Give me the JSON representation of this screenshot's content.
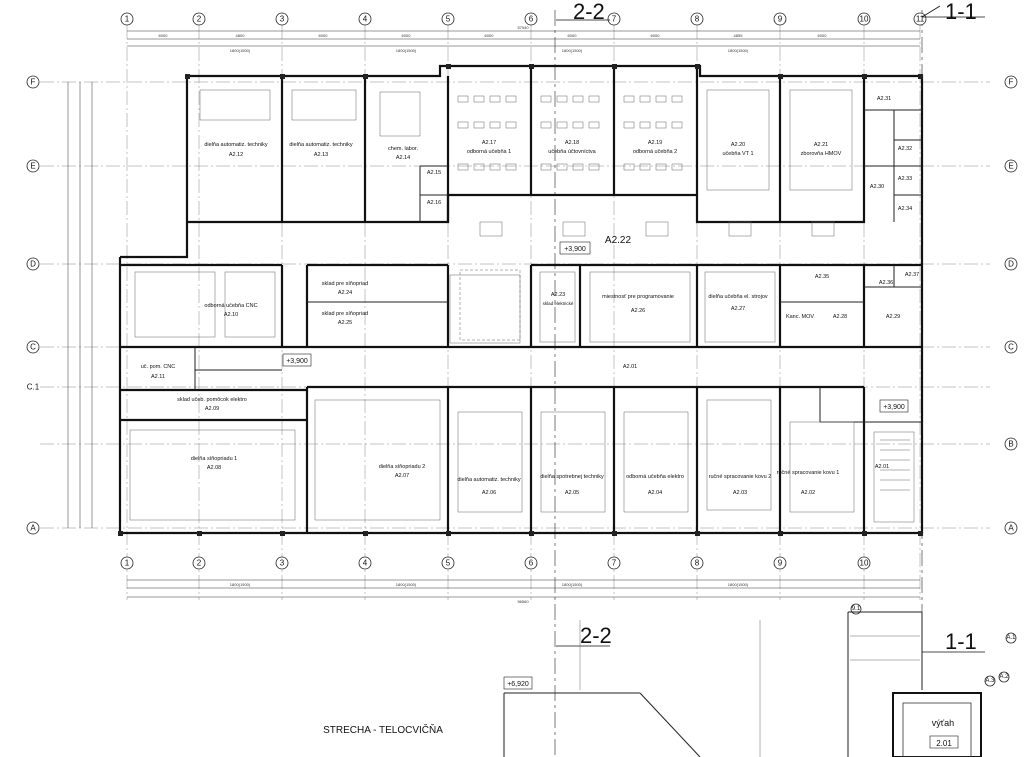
{
  "axes": {
    "columns": [
      "1",
      "2",
      "3",
      "4",
      "5",
      "6",
      "7",
      "8",
      "9",
      "10",
      "11"
    ],
    "rows": [
      "F",
      "E",
      "D",
      "C",
      "C.1",
      "B",
      "A"
    ],
    "extra": [
      "A.1",
      "A.2",
      "A.3",
      "9.1"
    ]
  },
  "sections": {
    "cut_1": "1-1",
    "cut_2": "2-2"
  },
  "levels": {
    "main": "+3,900",
    "roof": "+6,920"
  },
  "corridor": {
    "code": "A2.22",
    "level": "+3,900",
    "small_level": "+3,900"
  },
  "rooms": {
    "r12": {
      "name": "dielňa automatiz. techniky",
      "code": "A2.12"
    },
    "r13": {
      "name": "dielňa automatiz. techniky",
      "code": "A2.13"
    },
    "r14": {
      "name": "chem. labor.",
      "code": "A2.14"
    },
    "r15": {
      "code": "A2.15"
    },
    "r16": {
      "code": "A2.16"
    },
    "r17": {
      "name": "odborná učebňa 1",
      "code": "A2.17"
    },
    "r18": {
      "name": "učebňa účtovníctva",
      "code": "A2.18"
    },
    "r19": {
      "name": "odborná učebňa 2",
      "code": "A2.19"
    },
    "r20": {
      "name": "učebňa VT 1",
      "code": "A2.20"
    },
    "r21": {
      "name": "zborovňa HMOV",
      "code": "A2.21"
    },
    "r30": {
      "code": "A2.30"
    },
    "r31": {
      "code": "A2.31"
    },
    "r32": {
      "code": "A2.32"
    },
    "r33": {
      "code": "A2.33"
    },
    "r34": {
      "code": "A2.34"
    },
    "r10": {
      "name": "odborná učebňa CNC",
      "code": "A2.10"
    },
    "r24": {
      "name": "sklad pre síňopriad",
      "code": "A2.24"
    },
    "r25": {
      "name": "sklad pre síňopriad",
      "code": "A2.25"
    },
    "r23": {
      "name": "sklad elektrické",
      "code": "A2.23"
    },
    "r26": {
      "name": "miestnosť pre programovanie",
      "code": "A2.26"
    },
    "r27": {
      "name": "dielňa učebňa el. strojov",
      "code": "A2.27"
    },
    "r28": {
      "name": "Kanc. MOV",
      "code": "A2.28"
    },
    "r29": {
      "code": "A2.29"
    },
    "r35": {
      "code": "A2.35"
    },
    "r36": {
      "code": "A2.36"
    },
    "r37": {
      "code": "A2.37"
    },
    "r11": {
      "name": "uč. pom. CNC",
      "code": "A2.11"
    },
    "r09": {
      "name": "sklad učeb. pomôcok elektro",
      "code": "A2.09"
    },
    "r01": {
      "code": "A2.01"
    },
    "r08": {
      "name": "dielňa síňopriadu 1",
      "code": "A2.08"
    },
    "r07": {
      "name": "dielňa síňopriadu 2",
      "code": "A2.07"
    },
    "r06": {
      "name": "dielňa automatiz. techniky",
      "code": "A2.06"
    },
    "r05": {
      "name": "dielňa spotrebnej techniky",
      "code": "A2.05"
    },
    "r04": {
      "name": "odborná učebňa elektro",
      "code": "A2.04"
    },
    "r03": {
      "name": "ručné spracovanie kovu 2",
      "code": "A2.03"
    },
    "r02": {
      "name": "ručné spracovanie kovu 1",
      "code": "A2.02"
    },
    "r01s": {
      "code": "A2.01"
    },
    "r01b": {
      "code": "A2.01"
    }
  },
  "dimensions": {
    "overall_top": "57540",
    "overall_bottom": "56560",
    "bays": [
      "6000",
      "4800",
      "6000",
      "6000",
      "6000",
      "6000",
      "6000",
      "4855",
      "6000"
    ],
    "window": "1800(1500)"
  },
  "annex": {
    "roof_label": "STRECHA - TELOCVIČŇA",
    "elevator": "výťah",
    "elevator_code": "2.01"
  }
}
